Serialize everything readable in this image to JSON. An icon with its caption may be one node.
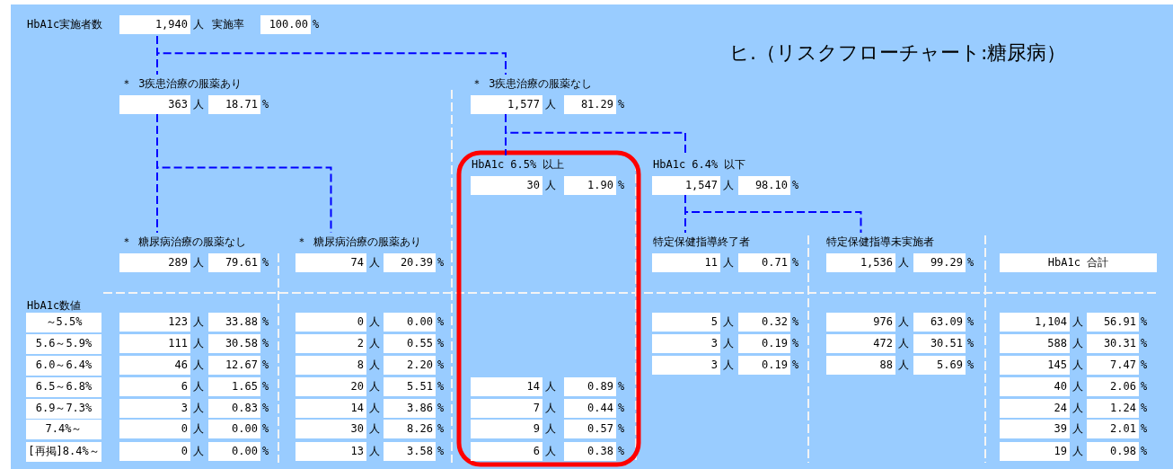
{
  "diagram": {
    "title": "ヒ.（リスクフローチャート:糖尿病）",
    "nodes": [
      {
        "text": [
          "HbA1c実施者数",
          "1,940",
          "人",
          "実施率",
          "100.00",
          "%"
        ]
      },
      {
        "text": [
          "＊ 3疾患治療の服薬あり",
          "363",
          "人",
          "18.71",
          "%"
        ]
      },
      {
        "text": [
          "＊ 3疾患治療の服薬なし",
          "1,577",
          "人",
          "81.29",
          "%"
        ]
      },
      {
        "text": [
          "HbA1c 6.5% 以上",
          "30",
          "人",
          "1.90",
          "%"
        ]
      },
      {
        "text": [
          "HbA1c 6.4% 以下",
          "1,547",
          "人",
          "98.10",
          "%"
        ]
      },
      {
        "text": [
          "＊ 糖尿病治療の服薬なし",
          "289",
          "人",
          "79.61",
          "%"
        ]
      },
      {
        "text": [
          "＊ 糖尿病治療の服薬あり",
          "74",
          "人",
          "20.39",
          "%"
        ]
      },
      {
        "text": [
          "特定保健指導終了者",
          "11",
          "人",
          "0.71",
          "%"
        ]
      },
      {
        "text": [
          "特定保健指導未実施者",
          "1,536",
          "人",
          "99.29",
          "%"
        ]
      },
      {
        "text": [
          "HbA1c 合計"
        ]
      }
    ],
    "edges": [
      {
        "from": 0,
        "to": 1,
        "arrow": "none",
        "style": "dashed"
      },
      {
        "from": 0,
        "to": 2,
        "arrow": "none",
        "style": "dashed"
      },
      {
        "from": 1,
        "to": 5,
        "arrow": "none",
        "style": "dashed"
      },
      {
        "from": 1,
        "to": 6,
        "arrow": "none",
        "style": "dashed"
      },
      {
        "from": 2,
        "to": 3,
        "arrow": "none",
        "style": "dashed"
      },
      {
        "from": 2,
        "to": 4,
        "arrow": "none",
        "style": "dashed"
      },
      {
        "from": 4,
        "to": 7,
        "arrow": "none",
        "style": "dashed"
      },
      {
        "from": 4,
        "to": 8,
        "arrow": "none",
        "style": "dashed"
      }
    ],
    "labels": [
      "HbA1c数値",
      "～5.5%",
      "123",
      "人",
      "33.88",
      "%",
      "0",
      "人",
      "0.00",
      "%",
      "5",
      "人",
      "0.32",
      "%",
      "976",
      "人",
      "63.09",
      "%",
      "1,104",
      "人",
      "56.91",
      "%",
      "5.6～5.9%",
      "111",
      "人",
      "30.58",
      "%",
      "2",
      "人",
      "0.55",
      "%",
      "3",
      "人",
      "0.19",
      "%",
      "472",
      "人",
      "30.51",
      "%",
      "588",
      "人",
      "30.31",
      "%",
      "6.0～6.4%",
      "46",
      "人",
      "12.67",
      "%",
      "8",
      "人",
      "2.20",
      "%",
      "3",
      "人",
      "0.19",
      "%",
      "88",
      "人",
      "5.69",
      "%",
      "145",
      "人",
      "7.47",
      "%",
      "6.5～6.8%",
      "6",
      "人",
      "1.65",
      "%",
      "20",
      "人",
      "5.51",
      "%",
      "14",
      "人",
      "0.89",
      "%",
      "40",
      "人",
      "2.06",
      "%",
      "6.9～7.3%",
      "3",
      "人",
      "0.83",
      "%",
      "14",
      "人",
      "3.86",
      "%",
      "7",
      "人",
      "0.44",
      "%",
      "24",
      "人",
      "1.24",
      "%",
      "7.4%～",
      "0",
      "人",
      "0.00",
      "%",
      "30",
      "人",
      "8.26",
      "%",
      "9",
      "人",
      "0.57",
      "%",
      "39",
      "人",
      "2.01",
      "%",
      "[再掲]8.4%～",
      "0",
      "人",
      "0.00",
      "%",
      "13",
      "人",
      "3.58",
      "%",
      "6",
      "人",
      "0.38",
      "%",
      "19",
      "人",
      "0.98",
      "%"
    ]
  }
}
